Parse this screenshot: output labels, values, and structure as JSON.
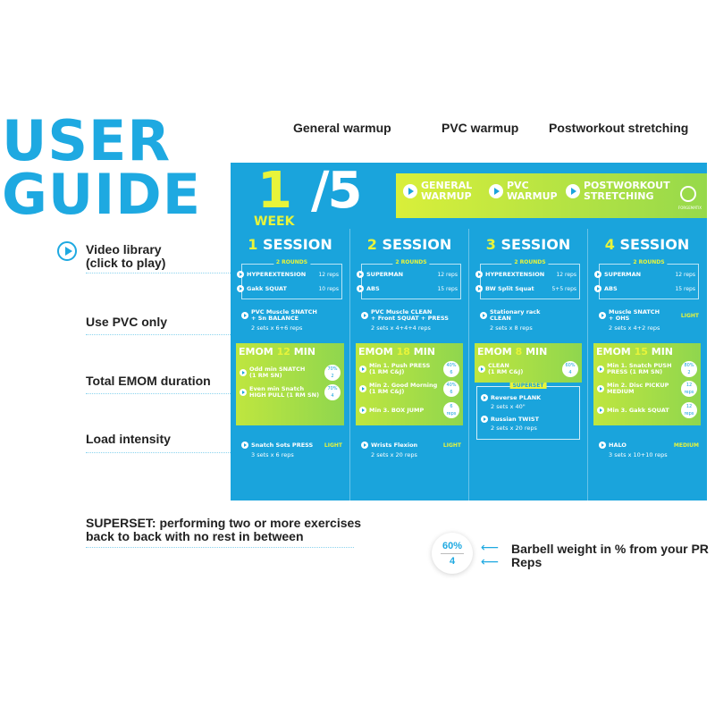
{
  "title_line1": "USER",
  "title_line2": "GUIDE",
  "top_labels": {
    "general": "General warmup",
    "pvc": "PVC warmup",
    "stretch": "Postworkout stretching"
  },
  "left_labels": {
    "video": "Video library\n(click to play)",
    "pvc": "Use PVC only",
    "emom": "Total EMOM duration",
    "load": "Load intensity",
    "superset": "SUPERSET: performing two or more exercises\nback to back with no rest in between"
  },
  "legend": {
    "percent": "60%",
    "reps": "4",
    "weight_text": "Barbell weight in % from your PR",
    "reps_text": "Reps"
  },
  "poster": {
    "week_number": "1",
    "week_total": "/5",
    "week_word": "WEEK",
    "banner": {
      "general": "GENERAL\nWARMUP",
      "pvc": "PVC\nWARMUP",
      "stretch": "POSTWORKOUT\nSTRETCHING"
    },
    "logo": "FORGEMATIX",
    "sessions": [
      {
        "num": "1",
        "word": "SESSION",
        "rounds": "2 ROUNDS",
        "r1": {
          "name": "HYPEREXTENSION",
          "reps": "12 reps"
        },
        "r2": {
          "name": "Gakk SQUAT",
          "reps": "10 reps"
        },
        "single": {
          "name": "PVC Muscle SNATCH\n+ Sn BALANCE",
          "sub": "2 sets x 6+6 reps",
          "tag": ""
        },
        "emom": {
          "label": "EMOM",
          "min": "12",
          "unit": "MIN",
          "items": [
            {
              "name": "Odd min SNATCH\n(1 RM SN)",
              "pct": "70%",
              "reps": "2"
            },
            {
              "name": "Even min Snatch\nHIGH PULL (1 RM SN)",
              "pct": "70%",
              "reps": "4"
            }
          ]
        },
        "bottom": {
          "name": "Snatch Sots PRESS",
          "sub": "3 sets x 6 reps",
          "tag": "LIGHT"
        }
      },
      {
        "num": "2",
        "word": "SESSION",
        "rounds": "2 ROUNDS",
        "r1": {
          "name": "SUPERMAN",
          "reps": "12 reps"
        },
        "r2": {
          "name": "ABS",
          "reps": "15 reps"
        },
        "single": {
          "name": "PVC Muscle CLEAN\n+ Front SQUAT + PRESS",
          "sub": "2 sets x 4+4+4 reps",
          "tag": ""
        },
        "emom": {
          "label": "EMOM",
          "min": "18",
          "unit": "MIN",
          "items": [
            {
              "name": "Min 1. Push PRESS\n(1 RM C&J)",
              "pct": "40%",
              "reps": "6"
            },
            {
              "name": "Min 2. Good Morning\n(1 RM C&J)",
              "pct": "40%",
              "reps": "6"
            },
            {
              "name": "Min 3. BOX JUMP",
              "pct": "6",
              "reps": "reps"
            }
          ]
        },
        "bottom": {
          "name": "Wrists Flexion",
          "sub": "2 sets x 20 reps",
          "tag": "LIGHT"
        }
      },
      {
        "num": "3",
        "word": "SESSION",
        "rounds": "2 ROUNDS",
        "r1": {
          "name": "HYPEREXTENSION",
          "reps": "12 reps"
        },
        "r2": {
          "name": "BW Split Squat",
          "reps": "5+5 reps"
        },
        "single": {
          "name": "Stationary rack\nCLEAN",
          "sub": "2 sets x 8 reps",
          "tag": ""
        },
        "emom": {
          "label": "EMOM",
          "min": "8",
          "unit": "MIN",
          "items": [
            {
              "name": "CLEAN\n(1 RM C&J)",
              "pct": "60%",
              "reps": "4"
            }
          ]
        },
        "superset": {
          "label": "SUPERSET",
          "items": [
            {
              "name": "Reverse PLANK",
              "sub": "2 sets x 40\""
            },
            {
              "name": "Russian TWIST",
              "sub": "2 sets x 20 reps"
            }
          ]
        }
      },
      {
        "num": "4",
        "word": "SESSION",
        "rounds": "2 ROUNDS",
        "r1": {
          "name": "SUPERMAN",
          "reps": "12 reps"
        },
        "r2": {
          "name": "ABS",
          "reps": "15 reps"
        },
        "single": {
          "name": "Muscle SNATCH\n+ OHS",
          "sub": "2 sets x 4+2 reps",
          "tag": "LIGHT"
        },
        "emom": {
          "label": "EMOM",
          "min": "15",
          "unit": "MIN",
          "items": [
            {
              "name": "Min 1. Snatch PUSH\nPRESS (1 RM SN)",
              "pct": "80%",
              "reps": "2"
            },
            {
              "name": "Min 2. Disc PICKUP\nMEDIUM",
              "pct": "12",
              "reps": "reps"
            },
            {
              "name": "Min 3. Gakk SQUAT",
              "pct": "12",
              "reps": "reps"
            }
          ]
        },
        "bottom": {
          "name": "HALO",
          "sub": "3 sets x 10+10 reps",
          "tag": "MEDIUM"
        }
      }
    ]
  }
}
